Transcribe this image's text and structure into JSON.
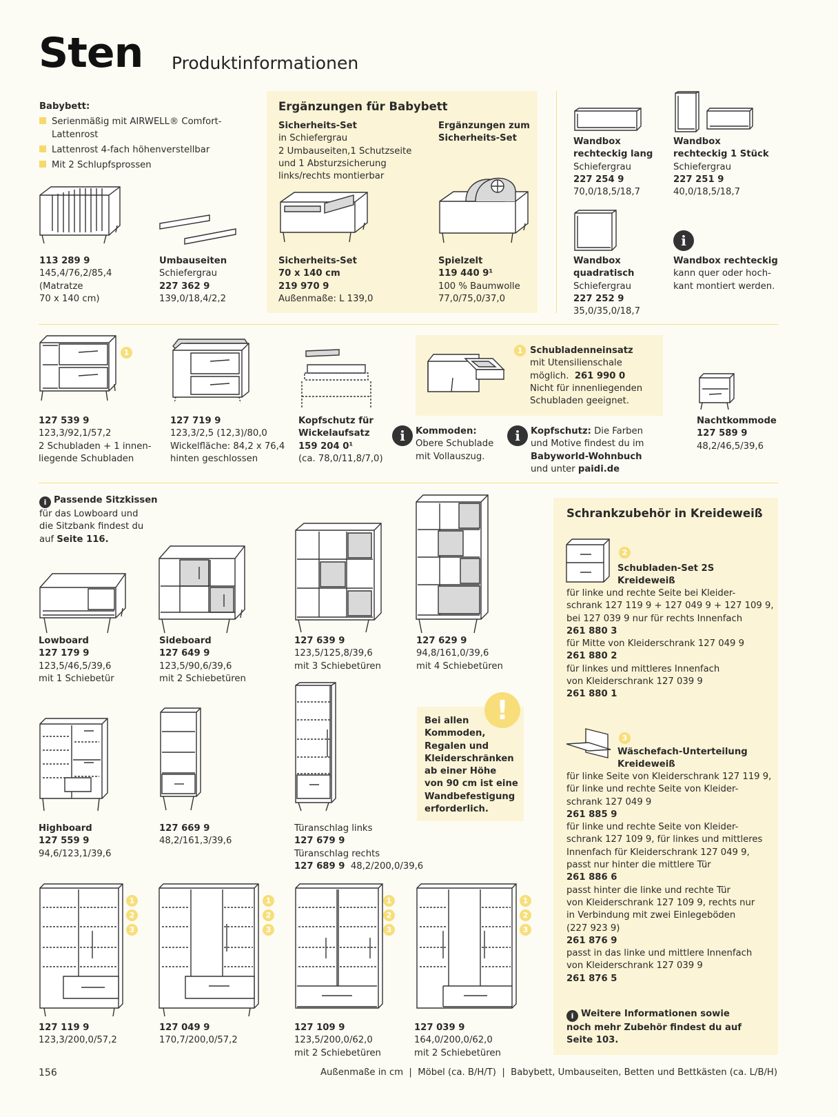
{
  "header": {
    "title": "Sten",
    "subtitle": "Produktinformationen"
  },
  "babybett": {
    "heading": "Babybett:",
    "bullets": [
      [
        "Serienmäßig mit AIRWELL® Comfort-",
        "Lattenrost"
      ],
      [
        "Lattenrost 4-fach höhenverstellbar"
      ],
      [
        "Mit 2 Schlupfsprossen"
      ]
    ]
  },
  "crib": {
    "lines": [
      "113 289 9",
      "145,4/76,2/85,4",
      "(Matratze",
      "70 x 140 cm)"
    ]
  },
  "umbauseiten": {
    "lines": [
      "Umbauseiten",
      "Schiefergrau",
      "227 362 9",
      "139,0/18,4/2,2"
    ]
  },
  "ergaenzungen": {
    "title": "Ergänzungen für Babybett",
    "sicherheits_head": [
      "Sicherheits-Set"
    ],
    "sicherheits_desc": [
      "in Schiefergrau",
      "2 Umbauseiten,1 Schutzseite",
      "und 1 Absturzsicherung",
      "links/rechts montierbar"
    ],
    "zum_head": [
      "Ergänzungen zum",
      "Sicherheits-Set"
    ],
    "set_bold": [
      "Sicherheits-Set",
      "70 x 140 cm",
      "219 970 9"
    ],
    "set_rest": [
      "Außenmaße: L 139,0"
    ],
    "zelt_bold": [
      "Spielzelt",
      "119 440 9¹"
    ],
    "zelt_rest": [
      "100 % Baumwolle",
      "77,0/75,0/37,0"
    ]
  },
  "wandboxes": [
    {
      "bold": [
        "Wandbox",
        "rechteckig lang"
      ],
      "rest": [
        "Schiefergrau"
      ],
      "code": "227 254 9",
      "dims": "70,0/18,5/18,7"
    },
    {
      "bold": [
        "Wandbox",
        "rechteckig 1 Stück"
      ],
      "rest": [
        "Schiefergrau"
      ],
      "code": "227 251 9",
      "dims": "40,0/18,5/18,7"
    },
    {
      "bold": [
        "Wandbox",
        "quadratisch"
      ],
      "rest": [
        "Schiefergrau"
      ],
      "code": "227 252 9",
      "dims": "35,0/35,0/18,7"
    }
  ],
  "wandbox_info": {
    "bold": "Wandbox rechteckig",
    "rest": [
      "kann quer oder hoch-",
      "kant montiert werden."
    ]
  },
  "kommoden": {
    "k1": {
      "code": "127 539 9",
      "lines": [
        "123,3/92,1/57,2",
        "2 Schubladen + 1 innen-",
        "liegende Schubladen"
      ]
    },
    "k2": {
      "code": "127 719 9",
      "lines": [
        "123,3/2,5 (12,3)/80,0",
        "Wickelfläche: 84,2 x 76,4",
        "hinten geschlossen"
      ]
    },
    "k3": {
      "bold": [
        "Kopfschutz für",
        "Wickelaufsatz",
        "159 204 0¹"
      ],
      "lines": [
        "(ca. 78,0/11,8/7,0)"
      ]
    },
    "schublade": {
      "bold": "Schubladenneinsatz",
      "lines": [
        "mit Utensilienschale",
        "Nicht für innenliegenden",
        "Schubladen geeignet."
      ],
      "mid": "möglich.",
      "code": "261 990 0"
    },
    "info_kommoden": {
      "bold": "Kommoden:",
      "lines": [
        "Obere Schublade",
        "mit Vollauszug."
      ]
    },
    "info_kopf": {
      "bold": "Kopfschutz:",
      "l1": "Die Farben",
      "l2": "und Motive findest du im",
      "l3": "Babyworld-Wohnbuch",
      "l4a": "und unter ",
      "l4b": "paidi.de"
    },
    "nacht": {
      "bold": [
        "Nachtkommode",
        "127 589 9"
      ],
      "lines": [
        "48,2/46,5/39,6"
      ]
    }
  },
  "sitzkissen": {
    "bold": "Passende Sitzkissen",
    "lines": [
      "für das Lowboard und",
      "die Sitzbank findest du"
    ],
    "l3a": "auf ",
    "l3b": "Seite 116."
  },
  "row3": [
    {
      "bold": [
        "Lowboard",
        "127 179 9"
      ],
      "lines": [
        "123,5/46,5/39,6",
        "mit 1 Schiebetür"
      ]
    },
    {
      "bold": [
        "Sideboard",
        "127 649 9"
      ],
      "lines": [
        "123,5/90,6/39,6",
        "mit 2 Schiebetüren"
      ]
    },
    {
      "bold": [
        "127 639 9"
      ],
      "lines": [
        "123,5/125,8/39,6",
        "mit 3 Schiebetüren"
      ]
    },
    {
      "bold": [
        "127 629 9"
      ],
      "lines": [
        "94,8/161,0/39,6",
        "mit 4 Schiebetüren"
      ]
    }
  ],
  "row4": {
    "highboard": {
      "bold": [
        "Highboard",
        "127 559 9"
      ],
      "lines": [
        "94,6/123,1/39,6"
      ]
    },
    "regal": {
      "bold": [
        "127 669 9"
      ],
      "lines": [
        "48,2/161,3/39,6"
      ]
    },
    "tall": {
      "l1": "Türanschlag links",
      "c1": "127 679 9",
      "l2": "Türanschlag rechts",
      "c2": "127 689 9",
      "d2": "48,2/200,0/39,6"
    },
    "warning": [
      "Bei allen",
      "Kommoden,",
      "Regalen und",
      "Kleiderschränken",
      "ab einer Höhe",
      "von 90 cm ist eine",
      "Wandbefestigung",
      "erforderlich."
    ]
  },
  "wardrobes": [
    {
      "code": "127 119 9",
      "lines": [
        "123,3/200,0/57,2"
      ]
    },
    {
      "code": "127 049 9",
      "lines": [
        "170,7/200,0/57,2"
      ]
    },
    {
      "code": "127 109 9",
      "lines": [
        "123,5/200,0/62,0",
        "mit 2 Schiebetüren"
      ]
    },
    {
      "code": "127 039 9",
      "lines": [
        "164,0/200,0/62,0",
        "mit 2 Schiebetüren"
      ]
    }
  ],
  "numbers": [
    "1",
    "2",
    "3"
  ],
  "zubehoer": {
    "title": "Schrankzubehör in Kreideweiß",
    "s2_head": [
      "Schubladen-Set 2S",
      "Kreideweiß"
    ],
    "s2_lines": [
      {
        "t": "für linke und rechte Seite bei Kleider-",
        "b": false
      },
      {
        "t": "schrank 127 119 9 + 127 049 9 + 127 109 9,",
        "b": false
      },
      {
        "t": "bei 127 039 9 nur für rechts Innenfach",
        "b": false
      },
      {
        "t": "261 880 3",
        "b": true
      },
      {
        "t": "für Mitte von Kleiderschrank 127 049 9",
        "b": false
      },
      {
        "t": "261 880 2",
        "b": true
      },
      {
        "t": "für linkes und mittleres Innenfach",
        "b": false
      },
      {
        "t": "von Kleiderschrank 127 039 9",
        "b": false
      },
      {
        "t": "261 880 1",
        "b": true
      }
    ],
    "w_head": [
      "Wäschefach-Unterteilung",
      "Kreideweiß"
    ],
    "w_lines": [
      {
        "t": "für linke Seite von Kleiderschrank 127 119 9,",
        "b": false
      },
      {
        "t": "für linke und rechte Seite von Kleider-",
        "b": false
      },
      {
        "t": "schrank 127 049 9",
        "b": false
      },
      {
        "t": "261 885 9",
        "b": true
      },
      {
        "t": "für linke und rechte Seite von Kleider-",
        "b": false
      },
      {
        "t": "schrank 127 109 9, für linkes und mittleres",
        "b": false
      },
      {
        "t": "Innenfach für Kleiderschrank 127 049 9,",
        "b": false
      },
      {
        "t": "passt nur hinter die mittlere Tür",
        "b": false
      },
      {
        "t": "261 886 6",
        "b": true
      },
      {
        "t": "passt hinter die linke und rechte Tür",
        "b": false
      },
      {
        "t": "von Kleiderschrank 127 109 9, rechts nur",
        "b": false
      },
      {
        "t": "in Verbindung mit zwei Einlegeböden",
        "b": false
      },
      {
        "t": "(227 923 9)",
        "b": false
      },
      {
        "t": "261 876 9",
        "b": true
      },
      {
        "t": "passt in das linke und mittlere Innenfach",
        "b": false
      },
      {
        "t": "von Kleiderschrank 127 039 9",
        "b": false
      },
      {
        "t": "261 876 5",
        "b": true
      }
    ],
    "more": [
      "Weitere Informationen sowie",
      "noch mehr Zubehör findest du auf",
      "Seite 103."
    ]
  },
  "footer": {
    "page": "156",
    "legend": "Außenmaße in cm  |  Möbel (ca. B/H/T)  |  Babybett, Umbauseiten, Betten und Bettkästen (ca. L/B/H)"
  }
}
